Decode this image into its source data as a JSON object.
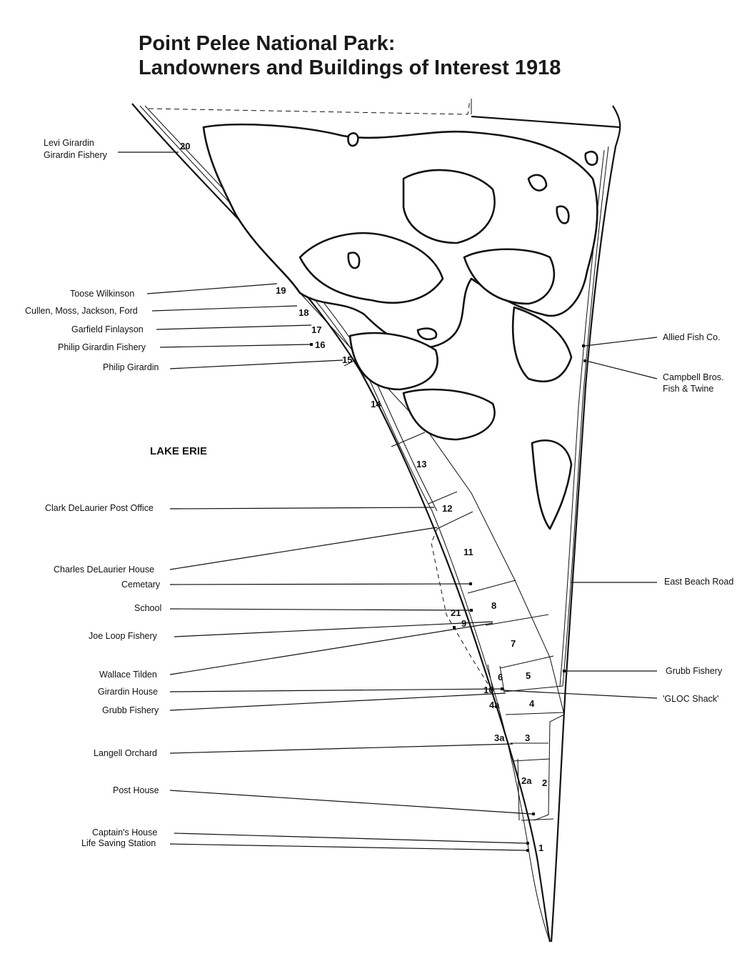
{
  "title": {
    "line1": "Point Pelee National Park:",
    "line2": "Landowners and Buildings of Interest 1918"
  },
  "water_label": "LAKE ERIE",
  "callouts_left": [
    {
      "id": "levi",
      "lines": [
        "Levi Girardin",
        "Girardin Fishery"
      ]
    },
    {
      "id": "toose",
      "lines": [
        "Toose Wilkinson"
      ]
    },
    {
      "id": "cullen",
      "lines": [
        "Cullen, Moss, Jackson, Ford"
      ]
    },
    {
      "id": "garfield",
      "lines": [
        "Garfield Finlayson"
      ]
    },
    {
      "id": "philip-fishery",
      "lines": [
        "Philip Girardin Fishery"
      ]
    },
    {
      "id": "philip",
      "lines": [
        "Philip Girardin"
      ]
    },
    {
      "id": "clark",
      "lines": [
        "Clark DeLaurier Post Office"
      ]
    },
    {
      "id": "charles",
      "lines": [
        "Charles DeLaurier House"
      ]
    },
    {
      "id": "cemetary",
      "lines": [
        "Cemetary"
      ]
    },
    {
      "id": "school",
      "lines": [
        "School"
      ]
    },
    {
      "id": "joe",
      "lines": [
        "Joe Loop Fishery"
      ]
    },
    {
      "id": "wallace",
      "lines": [
        "Wallace Tilden"
      ]
    },
    {
      "id": "girardin-house",
      "lines": [
        "Girardin House"
      ]
    },
    {
      "id": "grubb-left",
      "lines": [
        "Grubb Fishery"
      ]
    },
    {
      "id": "langell",
      "lines": [
        "Langell Orchard"
      ]
    },
    {
      "id": "post-house",
      "lines": [
        "Post House"
      ]
    },
    {
      "id": "captain",
      "lines": [
        "Captain's House"
      ]
    },
    {
      "id": "life-saving",
      "lines": [
        "Life Saving Station"
      ]
    }
  ],
  "callouts_right": [
    {
      "id": "allied",
      "lines": [
        "Allied Fish Co."
      ]
    },
    {
      "id": "campbell",
      "lines": [
        "Campbell Bros.",
        "Fish & Twine"
      ]
    },
    {
      "id": "east-beach",
      "lines": [
        "East Beach Road"
      ]
    },
    {
      "id": "grubb-right",
      "lines": [
        "Grubb Fishery"
      ]
    },
    {
      "id": "gloc",
      "lines": [
        "'GLOC Shack'"
      ]
    }
  ],
  "lots": [
    "20",
    "19",
    "18",
    "17",
    "16",
    "15",
    "14",
    "13",
    "12",
    "11",
    "8",
    "21",
    "9",
    "7",
    "6",
    "5",
    "10",
    "4a",
    "4",
    "3a",
    "3",
    "2a",
    "2",
    "1"
  ]
}
